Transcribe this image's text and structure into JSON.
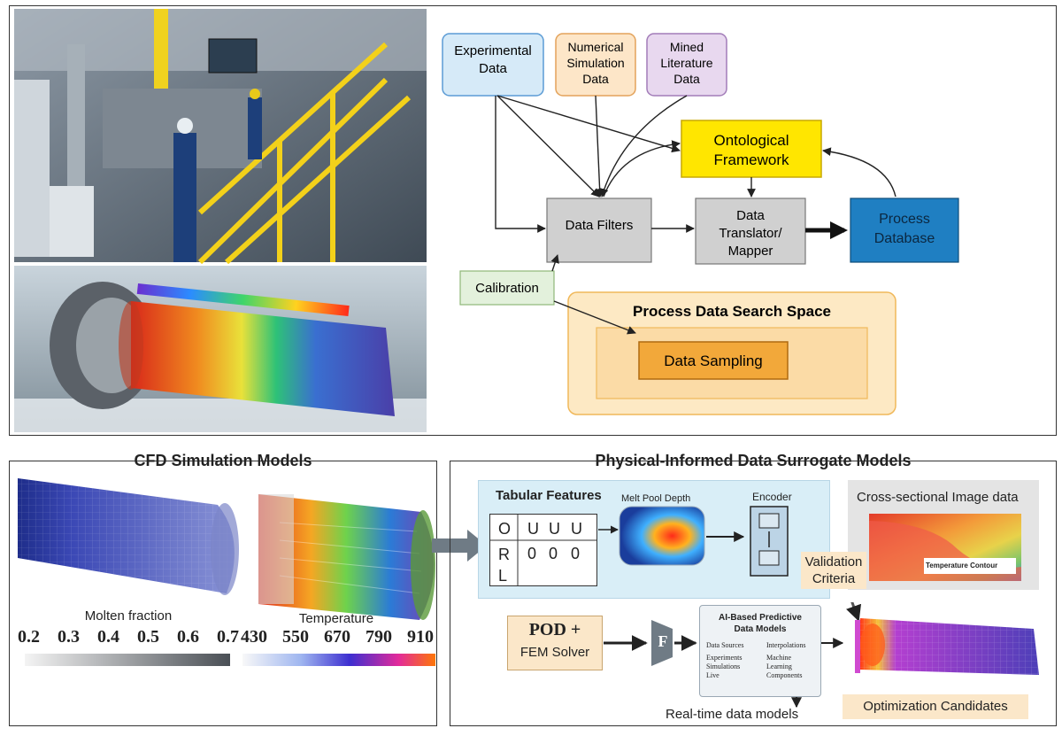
{
  "top_diagram": {
    "sources": {
      "experimental": [
        "Experimental",
        "Data"
      ],
      "numerical": [
        "Numerical",
        "Simulation",
        "Data"
      ],
      "mined": [
        "Mined",
        "Literature",
        "Data"
      ]
    },
    "ontological": [
      "Ontological",
      "Framework"
    ],
    "data_filters": "Data Filters",
    "translator": [
      "Data",
      "Translator/",
      "Mapper"
    ],
    "process_database": [
      "Process",
      "Database"
    ],
    "calibration": "Calibration",
    "search_space": "Process Data Search Space",
    "sampling": "Data Sampling"
  },
  "cfd": {
    "title": "CFD Simulation Models",
    "molten_label": "Molten fraction",
    "molten_ticks": [
      "0.2",
      "0.3",
      "0.4",
      "0.5",
      "0.6",
      "0.7"
    ],
    "temp_label": "Temperature",
    "temp_ticks": [
      "430",
      "550",
      "670",
      "790",
      "910"
    ]
  },
  "surrogate": {
    "title": "Physical-Informed Data Surrogate Models",
    "tabular_title": "Tabular Features",
    "table_rows": [
      [
        "O",
        "U",
        "U",
        "U"
      ],
      [
        "R",
        "0",
        "0",
        "0"
      ],
      [
        "L",
        "",
        "",
        ""
      ]
    ],
    "melt_pool_label": "Melt Pool Depth",
    "encoder_label": "Encoder",
    "cross_section_title": "Cross-sectional Image data",
    "temp_contour": "Temperature Contour",
    "validation": [
      "Validation",
      "Criteria"
    ],
    "pod_main": "POD +",
    "pod_sub": "FEM Solver",
    "f_label": "F",
    "ai_title": [
      "AI-Based Predictive",
      "Data Models"
    ],
    "ai_cols": {
      "left_head": "Data Sources",
      "left_items": [
        "Experiments",
        "Simulations",
        "Live"
      ],
      "right_head": "Interpolations",
      "right_items": [
        "Machine",
        "Learning",
        "Components"
      ]
    },
    "realtime": "Real-time data models",
    "optimization": "Optimization Candidates"
  },
  "colors": {
    "experimental_fill": "#d6eaf8",
    "experimental_stroke": "#5b9bd5",
    "numerical_fill": "#fde6c8",
    "numerical_stroke": "#e3a25a",
    "mined_fill": "#e8d8ef",
    "mined_stroke": "#a27cb8",
    "ontological_fill": "#ffe600",
    "process_db_fill": "#1f7fc2",
    "gray_box": "#d0d0d0",
    "calibration_fill": "#e3f1dc",
    "search_fill": "#fde9c4",
    "sampling_fill": "#f2a83a"
  }
}
